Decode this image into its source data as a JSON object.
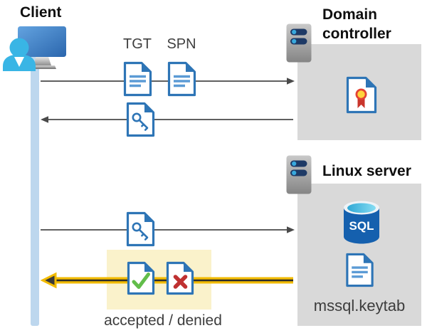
{
  "client": {
    "label": "Client"
  },
  "tickets": {
    "tgt": "TGT",
    "spn": "SPN"
  },
  "domain_controller": {
    "label": "Domain controller"
  },
  "linux_server": {
    "label": "Linux server",
    "sql_badge": "SQL",
    "keytab": "mssql.keytab"
  },
  "result": {
    "label": "accepted / denied"
  },
  "icons": {
    "client": "user-at-monitor-icon",
    "domain_controller": "server-icon",
    "linux_server": "server-icon",
    "tgt": "document-icon",
    "spn": "document-icon",
    "session_key": "key-document-icon",
    "certificate": "certificate-document-icon",
    "database": "sql-database-icon",
    "keytab_file": "document-icon",
    "accepted": "check-document-icon",
    "denied": "cross-document-icon"
  },
  "colors": {
    "doc_border_blue": "#2e75b6",
    "doc_line_blue": "#5b9bd5",
    "entity_box_gray": "#d9d9d9",
    "lifeline_blue": "#bdd7ee",
    "highlight_yellow": "#faf2cb",
    "gold_arrow": "#f2bb00",
    "arrow_gray": "#4a4a4a",
    "accepted_green": "#62bd4a",
    "denied_red": "#bf3131",
    "sql_blue": "#1560ae",
    "person_cyan": "#39b5e5"
  }
}
